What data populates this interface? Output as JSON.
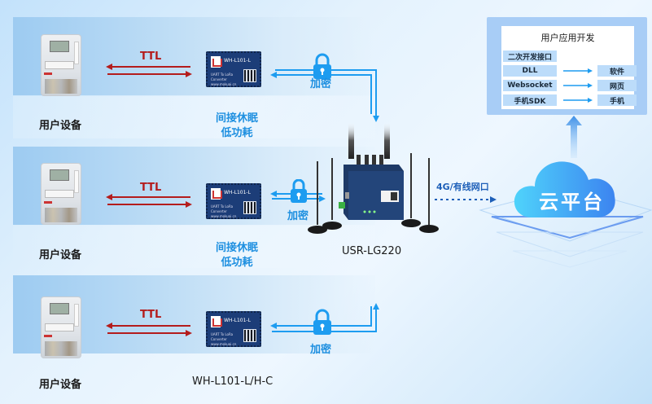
{
  "rows": [
    {
      "device_label": "用户设备",
      "link_label": "TTL",
      "module_name": "WH-L101-L",
      "module_desc": "UART To LoRa Converter www.mokuai.cn",
      "module_caption": [
        "间接休眠",
        "低功耗"
      ],
      "encrypt_label": "加密"
    },
    {
      "device_label": "用户设备",
      "link_label": "TTL",
      "module_name": "WH-L101-L",
      "module_desc": "UART To LoRa Converter www.mokuai.cn",
      "module_caption": [
        "间接休眠",
        "低功耗"
      ],
      "encrypt_label": "加密"
    },
    {
      "device_label": "用户设备",
      "link_label": "TTL",
      "module_name": "WH-L101-L",
      "module_desc": "UART To LoRa Converter www.mokuai.cn",
      "module_caption": [
        "WH-L101-L/H-C"
      ],
      "encrypt_label": "加密"
    }
  ],
  "gateway": {
    "name": "USR-LG220",
    "uplink_label": "4G/有线网口"
  },
  "cloud": {
    "label": "云平台"
  },
  "user_dev": {
    "title": "用户应用开发",
    "left_header": "二次开发接口",
    "interfaces": [
      "DLL",
      "Websocket",
      "手机SDK"
    ],
    "targets": [
      "软件",
      "网页",
      "手机"
    ]
  },
  "colors": {
    "ttl": "#b41c1c",
    "encrypt": "#1d8fe0",
    "cloud_start": "#4fd3fb",
    "cloud_end": "#3c84f0"
  }
}
